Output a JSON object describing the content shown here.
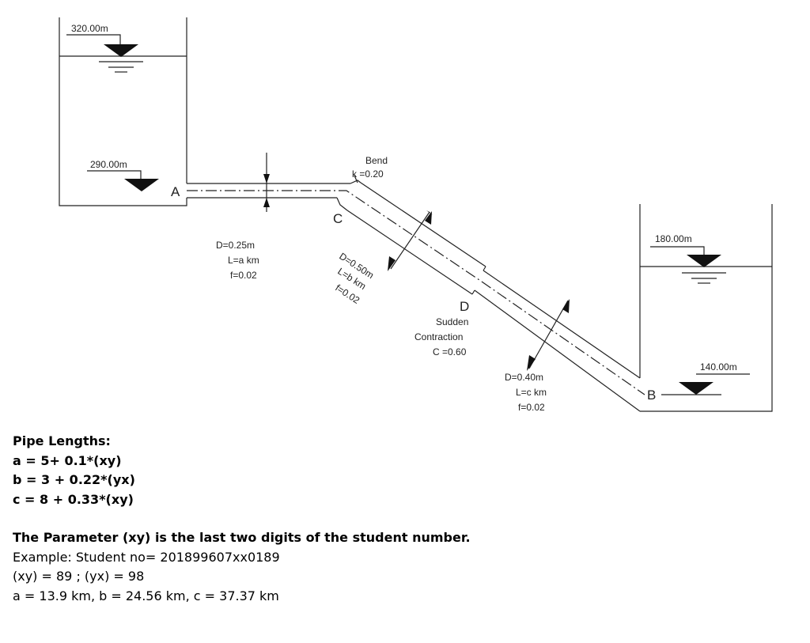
{
  "diagram": {
    "levels": {
      "res_a_water": "320.00m",
      "res_a_pipe": "290.00m",
      "res_b_water": "180.00m",
      "res_b_pipe": "140.00m"
    },
    "points": {
      "a": "A",
      "b": "B",
      "c": "C",
      "d": "D"
    },
    "bend": {
      "title": "Bend",
      "k": "k =0.20"
    },
    "pipe1": {
      "d": "D=0.25m",
      "l": "L=a km",
      "f": "f=0.02"
    },
    "pipe2": {
      "d": "D=0.50m",
      "l": "L=b km",
      "f": "f=0.02"
    },
    "contraction": {
      "line1": "Sudden",
      "line2": "Contraction",
      "cc": "C  =0.60"
    },
    "pipe3": {
      "d": "D=0.40m",
      "l": "L=c km",
      "f": "f=0.02"
    }
  },
  "text": {
    "heading": "Pipe Lengths:",
    "eq_a": "a = 5+ 0.1*(xy)",
    "eq_b": "b = 3 + 0.22*(yx)",
    "eq_c": "c = 8 + 0.33*(xy)",
    "param": "The Parameter (xy) is the last two digits of the student number.",
    "example": "Example: Student no= 201899607xx0189",
    "xy": "(xy) = 89 ; (yx) = 98",
    "result": "a = 13.9 km, b = 24.56 km, c = 37.37 km"
  }
}
